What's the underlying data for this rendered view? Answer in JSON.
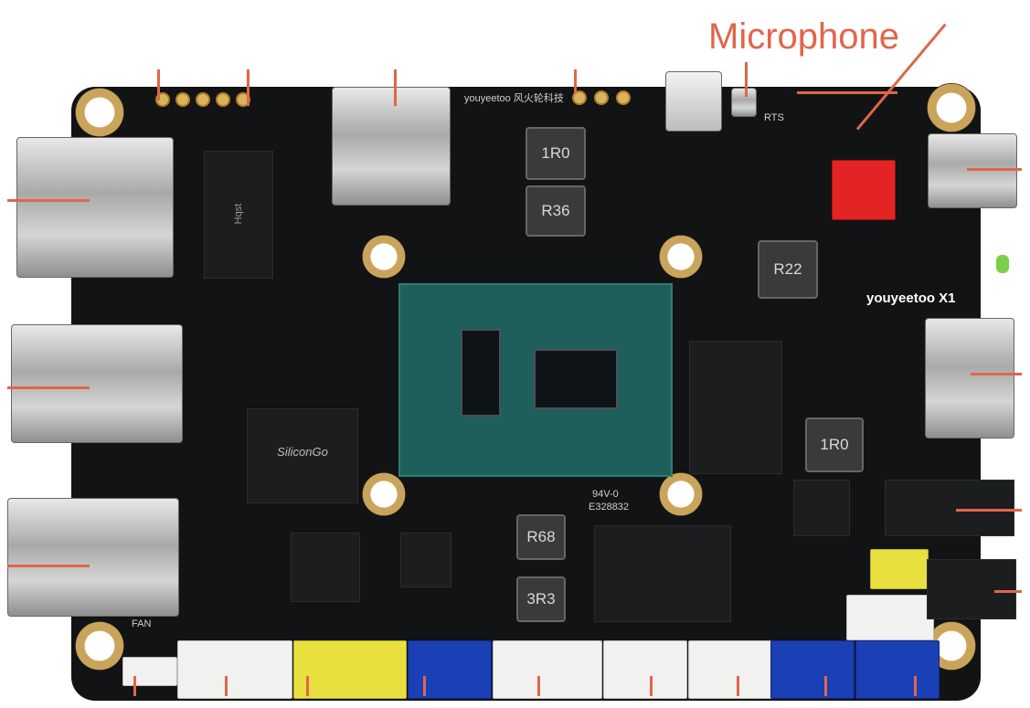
{
  "labels": {
    "microphone": "Microphone",
    "board_name": "youyeetoo X1"
  },
  "silkscreen": {
    "inductor_top": "1R0",
    "inductor_r36": "R36",
    "inductor_r22": "R22",
    "inductor_mid_right": "1R0",
    "inductor_r68": "R68",
    "inductor_3r3": "3R3",
    "chip_silicongo": "SiliconGo",
    "ul_mark": "94V-0",
    "ul_code": "E328832",
    "rts": "RTS",
    "fan": "FAN",
    "manufacturer_logo": "youyeetoo 风火轮科技"
  },
  "colors": {
    "callout": "#e0664a",
    "board": "#121314",
    "cpu_substrate": "#1f5f5b"
  }
}
